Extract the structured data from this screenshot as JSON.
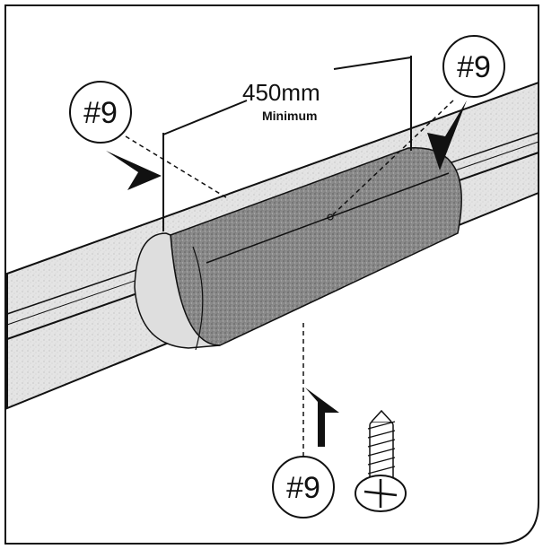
{
  "dimension": {
    "value": "450mm",
    "qualifier": "Minimum"
  },
  "callouts": [
    {
      "label": "#9"
    },
    {
      "label": "#9"
    },
    {
      "label": "#9"
    }
  ],
  "colors": {
    "outline": "#111111",
    "tube_fill": "#e6e6e6",
    "sleeve_fill": "#7d7d7d",
    "background": "#ffffff"
  },
  "icons": [
    "screw-icon",
    "arrow-icon"
  ]
}
